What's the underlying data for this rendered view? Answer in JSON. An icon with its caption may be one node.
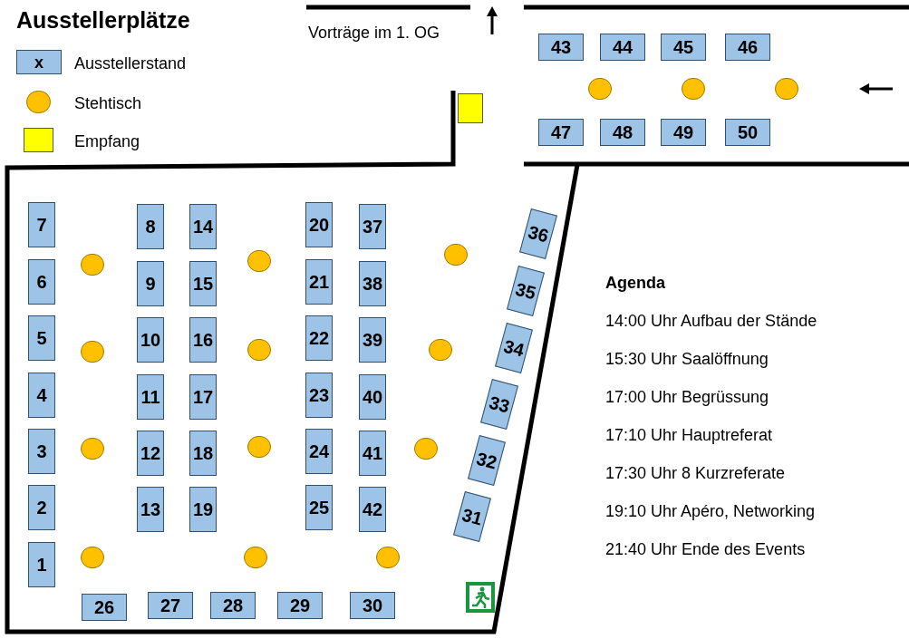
{
  "diagram": {
    "title": "Ausstellerplätze",
    "nodes": [
      {
        "text": [
          "1"
        ]
      },
      {
        "text": [
          "2"
        ]
      },
      {
        "text": [
          "3"
        ]
      },
      {
        "text": [
          "4"
        ]
      },
      {
        "text": [
          "5"
        ]
      },
      {
        "text": [
          "6"
        ]
      },
      {
        "text": [
          "7"
        ]
      },
      {
        "text": [
          "8"
        ]
      },
      {
        "text": [
          "9"
        ]
      },
      {
        "text": [
          "10"
        ]
      },
      {
        "text": [
          "11"
        ]
      },
      {
        "text": [
          "12"
        ]
      },
      {
        "text": [
          "13"
        ]
      },
      {
        "text": [
          "14"
        ]
      },
      {
        "text": [
          "15"
        ]
      },
      {
        "text": [
          "16"
        ]
      },
      {
        "text": [
          "17"
        ]
      },
      {
        "text": [
          "18"
        ]
      },
      {
        "text": [
          "19"
        ]
      },
      {
        "text": [
          "20"
        ]
      },
      {
        "text": [
          "21"
        ]
      },
      {
        "text": [
          "22"
        ]
      },
      {
        "text": [
          "23"
        ]
      },
      {
        "text": [
          "24"
        ]
      },
      {
        "text": [
          "25"
        ]
      },
      {
        "text": [
          "26"
        ]
      },
      {
        "text": [
          "27"
        ]
      },
      {
        "text": [
          "28"
        ]
      },
      {
        "text": [
          "29"
        ]
      },
      {
        "text": [
          "30"
        ]
      },
      {
        "text": [
          "31"
        ]
      },
      {
        "text": [
          "32"
        ]
      },
      {
        "text": [
          "33"
        ]
      },
      {
        "text": [
          "34"
        ]
      },
      {
        "text": [
          "35"
        ]
      },
      {
        "text": [
          "36"
        ]
      },
      {
        "text": [
          "37"
        ]
      },
      {
        "text": [
          "38"
        ]
      },
      {
        "text": [
          "39"
        ]
      },
      {
        "text": [
          "40"
        ]
      },
      {
        "text": [
          "41"
        ]
      },
      {
        "text": [
          "42"
        ]
      },
      {
        "text": [
          "43"
        ]
      },
      {
        "text": [
          "44"
        ]
      },
      {
        "text": [
          "45"
        ]
      },
      {
        "text": [
          "46"
        ]
      },
      {
        "text": [
          "47"
        ]
      },
      {
        "text": [
          "48"
        ]
      },
      {
        "text": [
          "49"
        ]
      },
      {
        "text": [
          "50"
        ]
      },
      {
        "text": [],
        "shape": "circle"
      },
      {
        "text": [],
        "shape": "circle"
      },
      {
        "text": [],
        "shape": "circle"
      },
      {
        "text": [],
        "shape": "circle"
      },
      {
        "text": [],
        "shape": "circle"
      },
      {
        "text": [],
        "shape": "circle"
      },
      {
        "text": [],
        "shape": "circle"
      },
      {
        "text": [],
        "shape": "circle"
      },
      {
        "text": [],
        "shape": "circle"
      },
      {
        "text": [],
        "shape": "circle"
      },
      {
        "text": [],
        "shape": "circle"
      },
      {
        "text": [],
        "shape": "circle"
      },
      {
        "text": [],
        "shape": "circle"
      },
      {
        "text": [],
        "shape": "circle"
      },
      {
        "text": [],
        "shape": "circle"
      },
      {
        "text": [],
        "shape": "box"
      }
    ],
    "labels": [
      "x",
      "Vorträge im 1. OG",
      "Agenda",
      "14:00 Uhr Aufbau der Stände",
      "15:30 Uhr Saalöffnung",
      "17:00 Uhr Begrüssung",
      "17:10 Uhr Hauptreferat",
      "17:30 Uhr 8 Kurzreferate",
      "19:10 Uhr Apéro, Networking",
      "21:40 Uhr Ende des Events"
    ],
    "legend": [
      {
        "text": "Ausstellerstand",
        "color": "#9dc3e6"
      },
      {
        "text": "Stehtisch",
        "color": "#ffc000"
      },
      {
        "text": "Empfang",
        "color": "#ffff00"
      }
    ]
  }
}
